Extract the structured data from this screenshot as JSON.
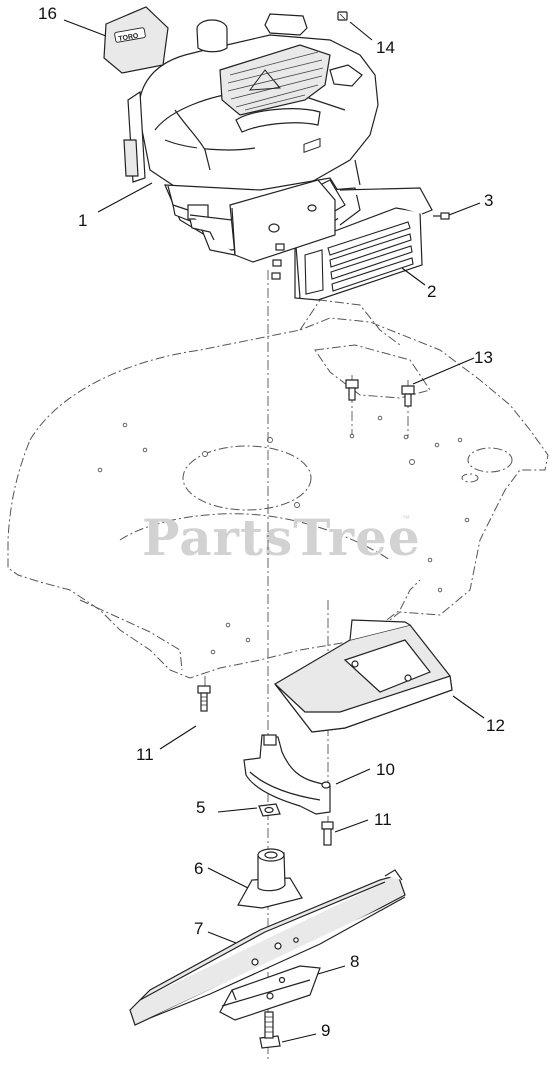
{
  "watermark": {
    "text": "PartsTree",
    "trademark": "™"
  },
  "engine_badge": "TORO",
  "callouts": [
    {
      "id": "c16",
      "label": "16"
    },
    {
      "id": "c14",
      "label": "14"
    },
    {
      "id": "c1",
      "label": "1"
    },
    {
      "id": "c3",
      "label": "3"
    },
    {
      "id": "c2",
      "label": "2"
    },
    {
      "id": "c13",
      "label": "13"
    },
    {
      "id": "c12",
      "label": "12"
    },
    {
      "id": "c11a",
      "label": "11"
    },
    {
      "id": "c10",
      "label": "10"
    },
    {
      "id": "c5",
      "label": "5"
    },
    {
      "id": "c11b",
      "label": "11"
    },
    {
      "id": "c6",
      "label": "6"
    },
    {
      "id": "c7",
      "label": "7"
    },
    {
      "id": "c8",
      "label": "8"
    },
    {
      "id": "c9",
      "label": "9"
    }
  ]
}
